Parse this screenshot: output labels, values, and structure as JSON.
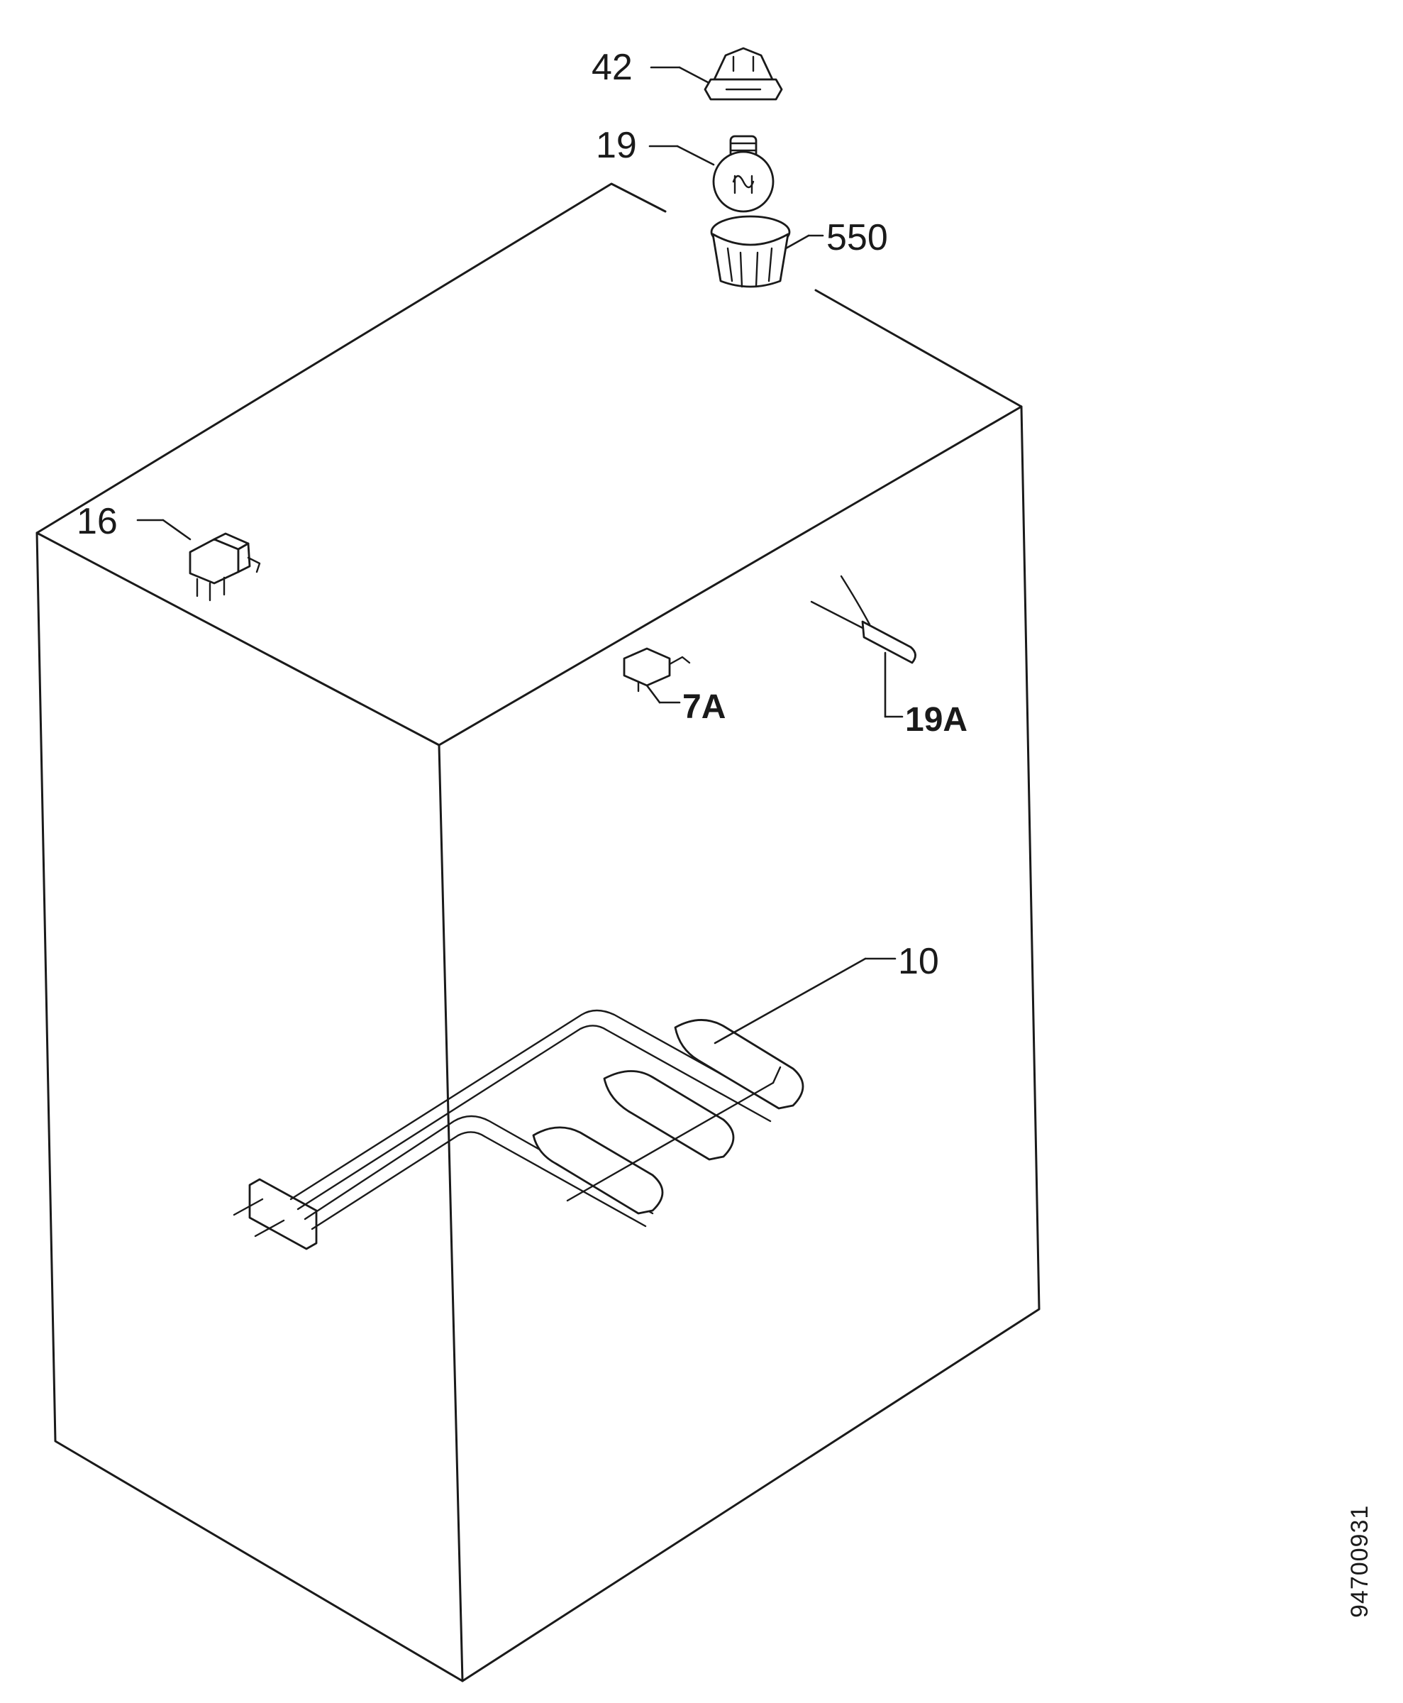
{
  "callouts": {
    "c42": "42",
    "c19": "19",
    "c550": "550",
    "c16": "16",
    "c7a": "7A",
    "c19a": "19A",
    "c10": "10"
  },
  "drawing_number": "94700931",
  "colors": {
    "line": "#1a1a1a",
    "background": "#ffffff"
  },
  "parts": [
    "lamp-cover",
    "lamp-bulb",
    "lamp-holder",
    "switch",
    "microswitch",
    "temperature-sensor",
    "heating-element"
  ]
}
